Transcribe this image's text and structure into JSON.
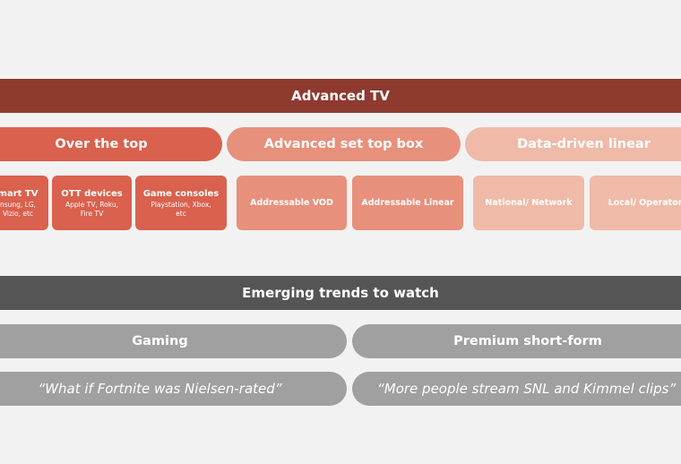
{
  "colors": {
    "background": "#f2f2f2",
    "advanced_tv": "#8e3a2f",
    "ott": "#d9614d",
    "set_top": "#e7907b",
    "data_linear": "#efbaa8",
    "trends": "#555555",
    "trend_items": "#a0a0a0"
  },
  "advanced_tv": {
    "title": "Advanced TV",
    "categories": {
      "ott": "Over the top",
      "set_top": "Advanced set top box",
      "data_linear": "Data-driven linear"
    },
    "cards": {
      "smart_tv": {
        "title": "mart TV",
        "sub1": "nsung, LG,",
        "sub2": "Vizio, etc"
      },
      "ott_devices": {
        "title": "OTT devices",
        "sub1": "Apple TV, Roku,",
        "sub2": "Fire TV"
      },
      "game_consoles": {
        "title": "Game consoles",
        "sub1": "Playstation, Xbox,",
        "sub2": "etc"
      },
      "addressable_vod": "Addressable VOD",
      "addressable_linear": "Addressable Linear",
      "national_network": "National/ Network",
      "local_operator": "Local/ Operator"
    }
  },
  "trends": {
    "title": "Emerging trends to watch",
    "gaming": "Gaming",
    "premium": "Premium short-form",
    "gaming_quote": "“What if Fortnite was Nielsen-rated”",
    "premium_quote": "“More people stream SNL and Kimmel clips”"
  }
}
